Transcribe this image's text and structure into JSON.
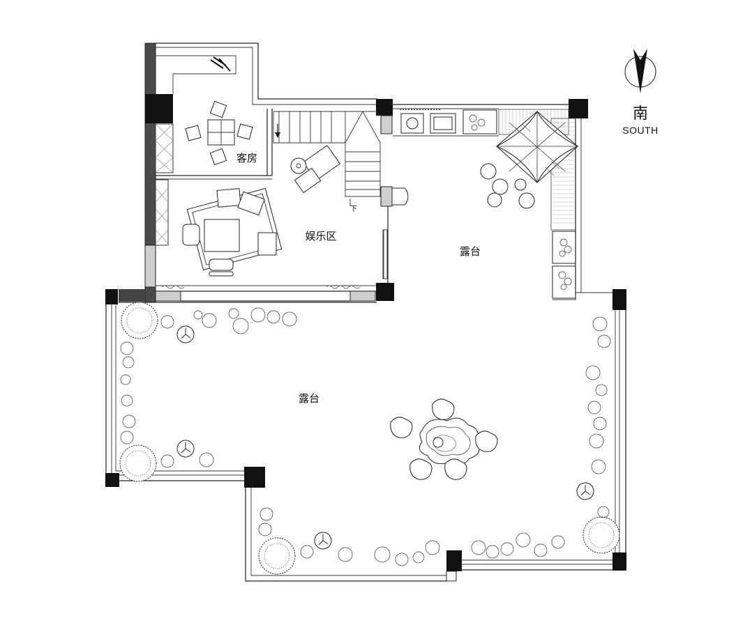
{
  "compass": {
    "direction_char": "南",
    "direction_word": "SOUTH"
  },
  "rooms": {
    "guest_room": "客房",
    "entertainment_area": "娱乐区",
    "terrace_upper": "露台",
    "terrace_lower": "露台"
  },
  "stair": {
    "down_label": "下"
  }
}
